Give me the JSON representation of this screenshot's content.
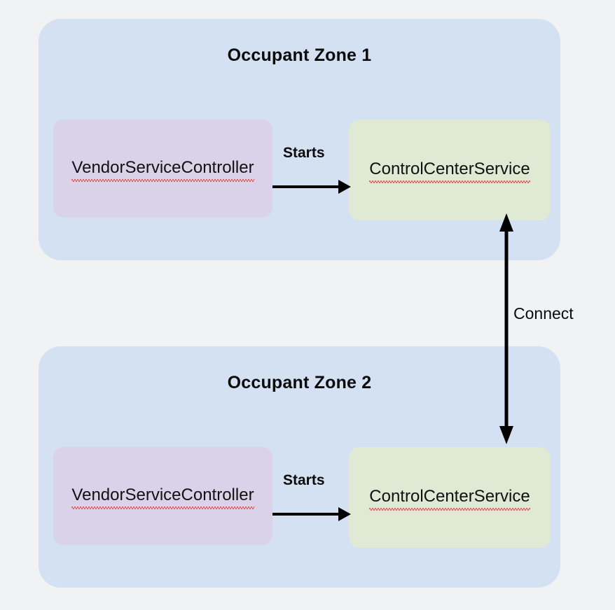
{
  "diagram": {
    "type": "architecture-diagram",
    "background_color": "#f1f2f4",
    "zones": [
      {
        "id": "zone-1",
        "title": "Occupant Zone 1",
        "color": "#d4e1f2",
        "nodes": [
          {
            "id": "vendor-1",
            "label": "VendorServiceController",
            "color": "#d9d2e9",
            "spellcheck_underline": true
          },
          {
            "id": "control-1",
            "label": "ControlCenterService",
            "color": "#dfe9d3",
            "spellcheck_underline": true
          }
        ],
        "edge_label": "Starts"
      },
      {
        "id": "zone-2",
        "title": "Occupant Zone 2",
        "color": "#d4e1f2",
        "nodes": [
          {
            "id": "vendor-2",
            "label": "VendorServiceController",
            "color": "#d9d2e9",
            "spellcheck_underline": true
          },
          {
            "id": "control-2",
            "label": "ControlCenterService",
            "color": "#dfe9d3",
            "spellcheck_underline": true
          }
        ],
        "edge_label": "Starts"
      }
    ],
    "cross_zone_edge": {
      "label": "Connect",
      "from": "control-1",
      "to": "control-2",
      "direction": "bidirectional",
      "color": "#000000"
    }
  }
}
